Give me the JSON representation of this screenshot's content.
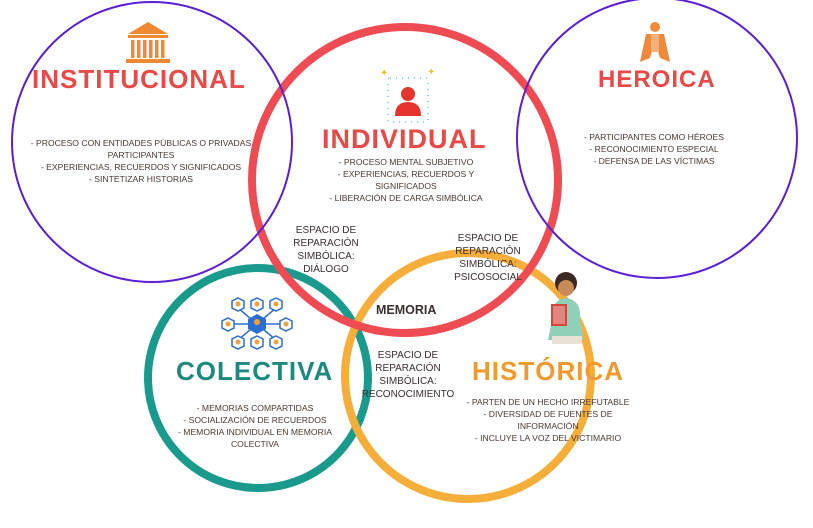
{
  "colors": {
    "institucional": "#5b1fd6",
    "heroica": "#5b1fd6",
    "individual": "#ef4b53",
    "colectiva": "#1a9a8c",
    "historica": "#f6ae3b",
    "title_red": "#e84a47",
    "title_teal": "#1c8a80",
    "title_orange": "#f29a2e",
    "body_text": "#4a3a33"
  },
  "institucional": {
    "title": "INSTITUCIONAL",
    "icon": "government-building-icon",
    "items": [
      "PROCESO CON ENTIDADES PÚBLICAS O PRIVADAS PARTICIPANTES",
      "EXPERIENCIAS, RECUERDOS Y SIGNIFICADOS",
      "SINTETIZAR HISTORIAS"
    ]
  },
  "individual": {
    "title": "INDIVIDUAL",
    "icon": "person-highlight-icon",
    "items": [
      "PROCESO MENTAL SUBJETIVO",
      "EXPERIENCIAS, RECUERDOS Y SIGNIFICADOS",
      "LIBERACIÓN DE CARGA SIMBÓLICA"
    ]
  },
  "heroica": {
    "title": "HEROICA",
    "icon": "hero-cape-icon",
    "items": [
      "PARTICIPANTES COMO HÉROES",
      "RECONOCIMIENTO ESPECIAL",
      "DEFENSA DE LAS VÍCTIMAS"
    ]
  },
  "colectiva": {
    "title": "COLECTIVA",
    "icon": "community-network-icon",
    "items": [
      "MEMORIAS COMPARTIDAS",
      "SOCIALIZACIÓN DE RECUERDOS",
      "MEMORIA INDIVIDUAL EN MEMORIA COLECTIVA"
    ]
  },
  "historica": {
    "title": "HISTÓRICA",
    "icon": "reading-person-icon",
    "items": [
      "PARTEN DE UN HECHO IRREFUTABLE",
      "DIVERSIDAD DE FUENTES DE INFORMACIÓN",
      "INCLUYE LA VOZ DEL VICTIMARIO"
    ]
  },
  "overlaps": {
    "dialogo": "ESPACIO DE\nREPARACIÓN\nSIMBÓLICA:\nDIÁLOGO",
    "psicosocial": "ESPACIO DE\nREPARACIÓN\nSIMBÓLICA:\nPSICOSOCIAL",
    "reconocimiento": "ESPACIO DE\nREPARACIÓN\nSIMBÓLICA:\nRECONOCIMIENTO"
  },
  "center": "MEMORIA"
}
